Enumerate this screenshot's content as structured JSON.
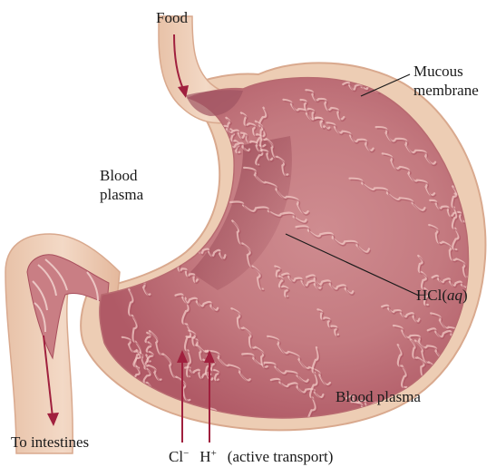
{
  "labels": {
    "food": "Food",
    "mucous_line1": "Mucous",
    "mucous_line2": "membrane",
    "blood_plasma_left_line1": "Blood",
    "blood_plasma_left_line2": "plasma",
    "hcl_prefix": "HCl(",
    "hcl_state": "aq",
    "hcl_suffix": ")",
    "blood_plasma_right": "Blood plasma",
    "to_intestines": "To intestines",
    "chloride": "Cl",
    "chloride_charge": "−",
    "hydrogen": "H",
    "hydrogen_charge": "+",
    "active_transport": "(active transport)"
  },
  "colors": {
    "mucosa_outer": "#edcdb4",
    "mucosa_edge": "#d9a98e",
    "stomach_wall": "#c97e84",
    "stomach_deep": "#a84e5c",
    "fold_highlight": "#f1c9c6",
    "arrow": "#a0203e",
    "leader_line": "#1a1a1a"
  }
}
